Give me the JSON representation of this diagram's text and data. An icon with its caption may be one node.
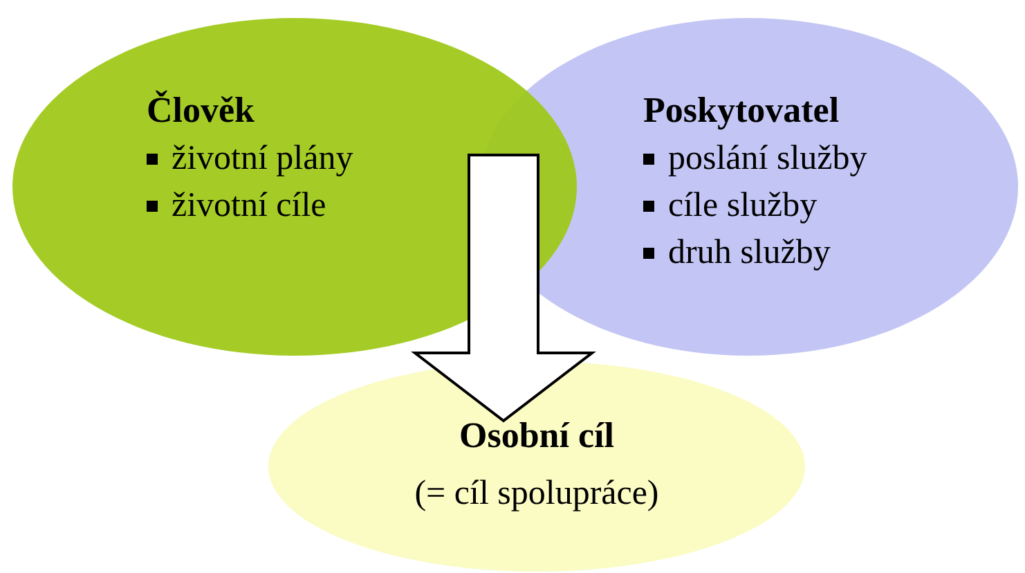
{
  "diagram": {
    "nodes": [
      {
        "text": [
          "Člověk",
          "životní plány",
          "životní cíle"
        ]
      },
      {
        "text": [
          "Poskytovatel",
          "poslání služby",
          "cíle služby",
          "druh služby"
        ]
      },
      {
        "text": [
          "Osobní cíl",
          "(= cíl spolupráce)"
        ]
      }
    ],
    "edges": [
      {
        "from": 0,
        "to": 2,
        "arrow": "to",
        "style": "thick"
      },
      {
        "from": 1,
        "to": 2,
        "arrow": "to",
        "style": "thick"
      }
    ]
  }
}
